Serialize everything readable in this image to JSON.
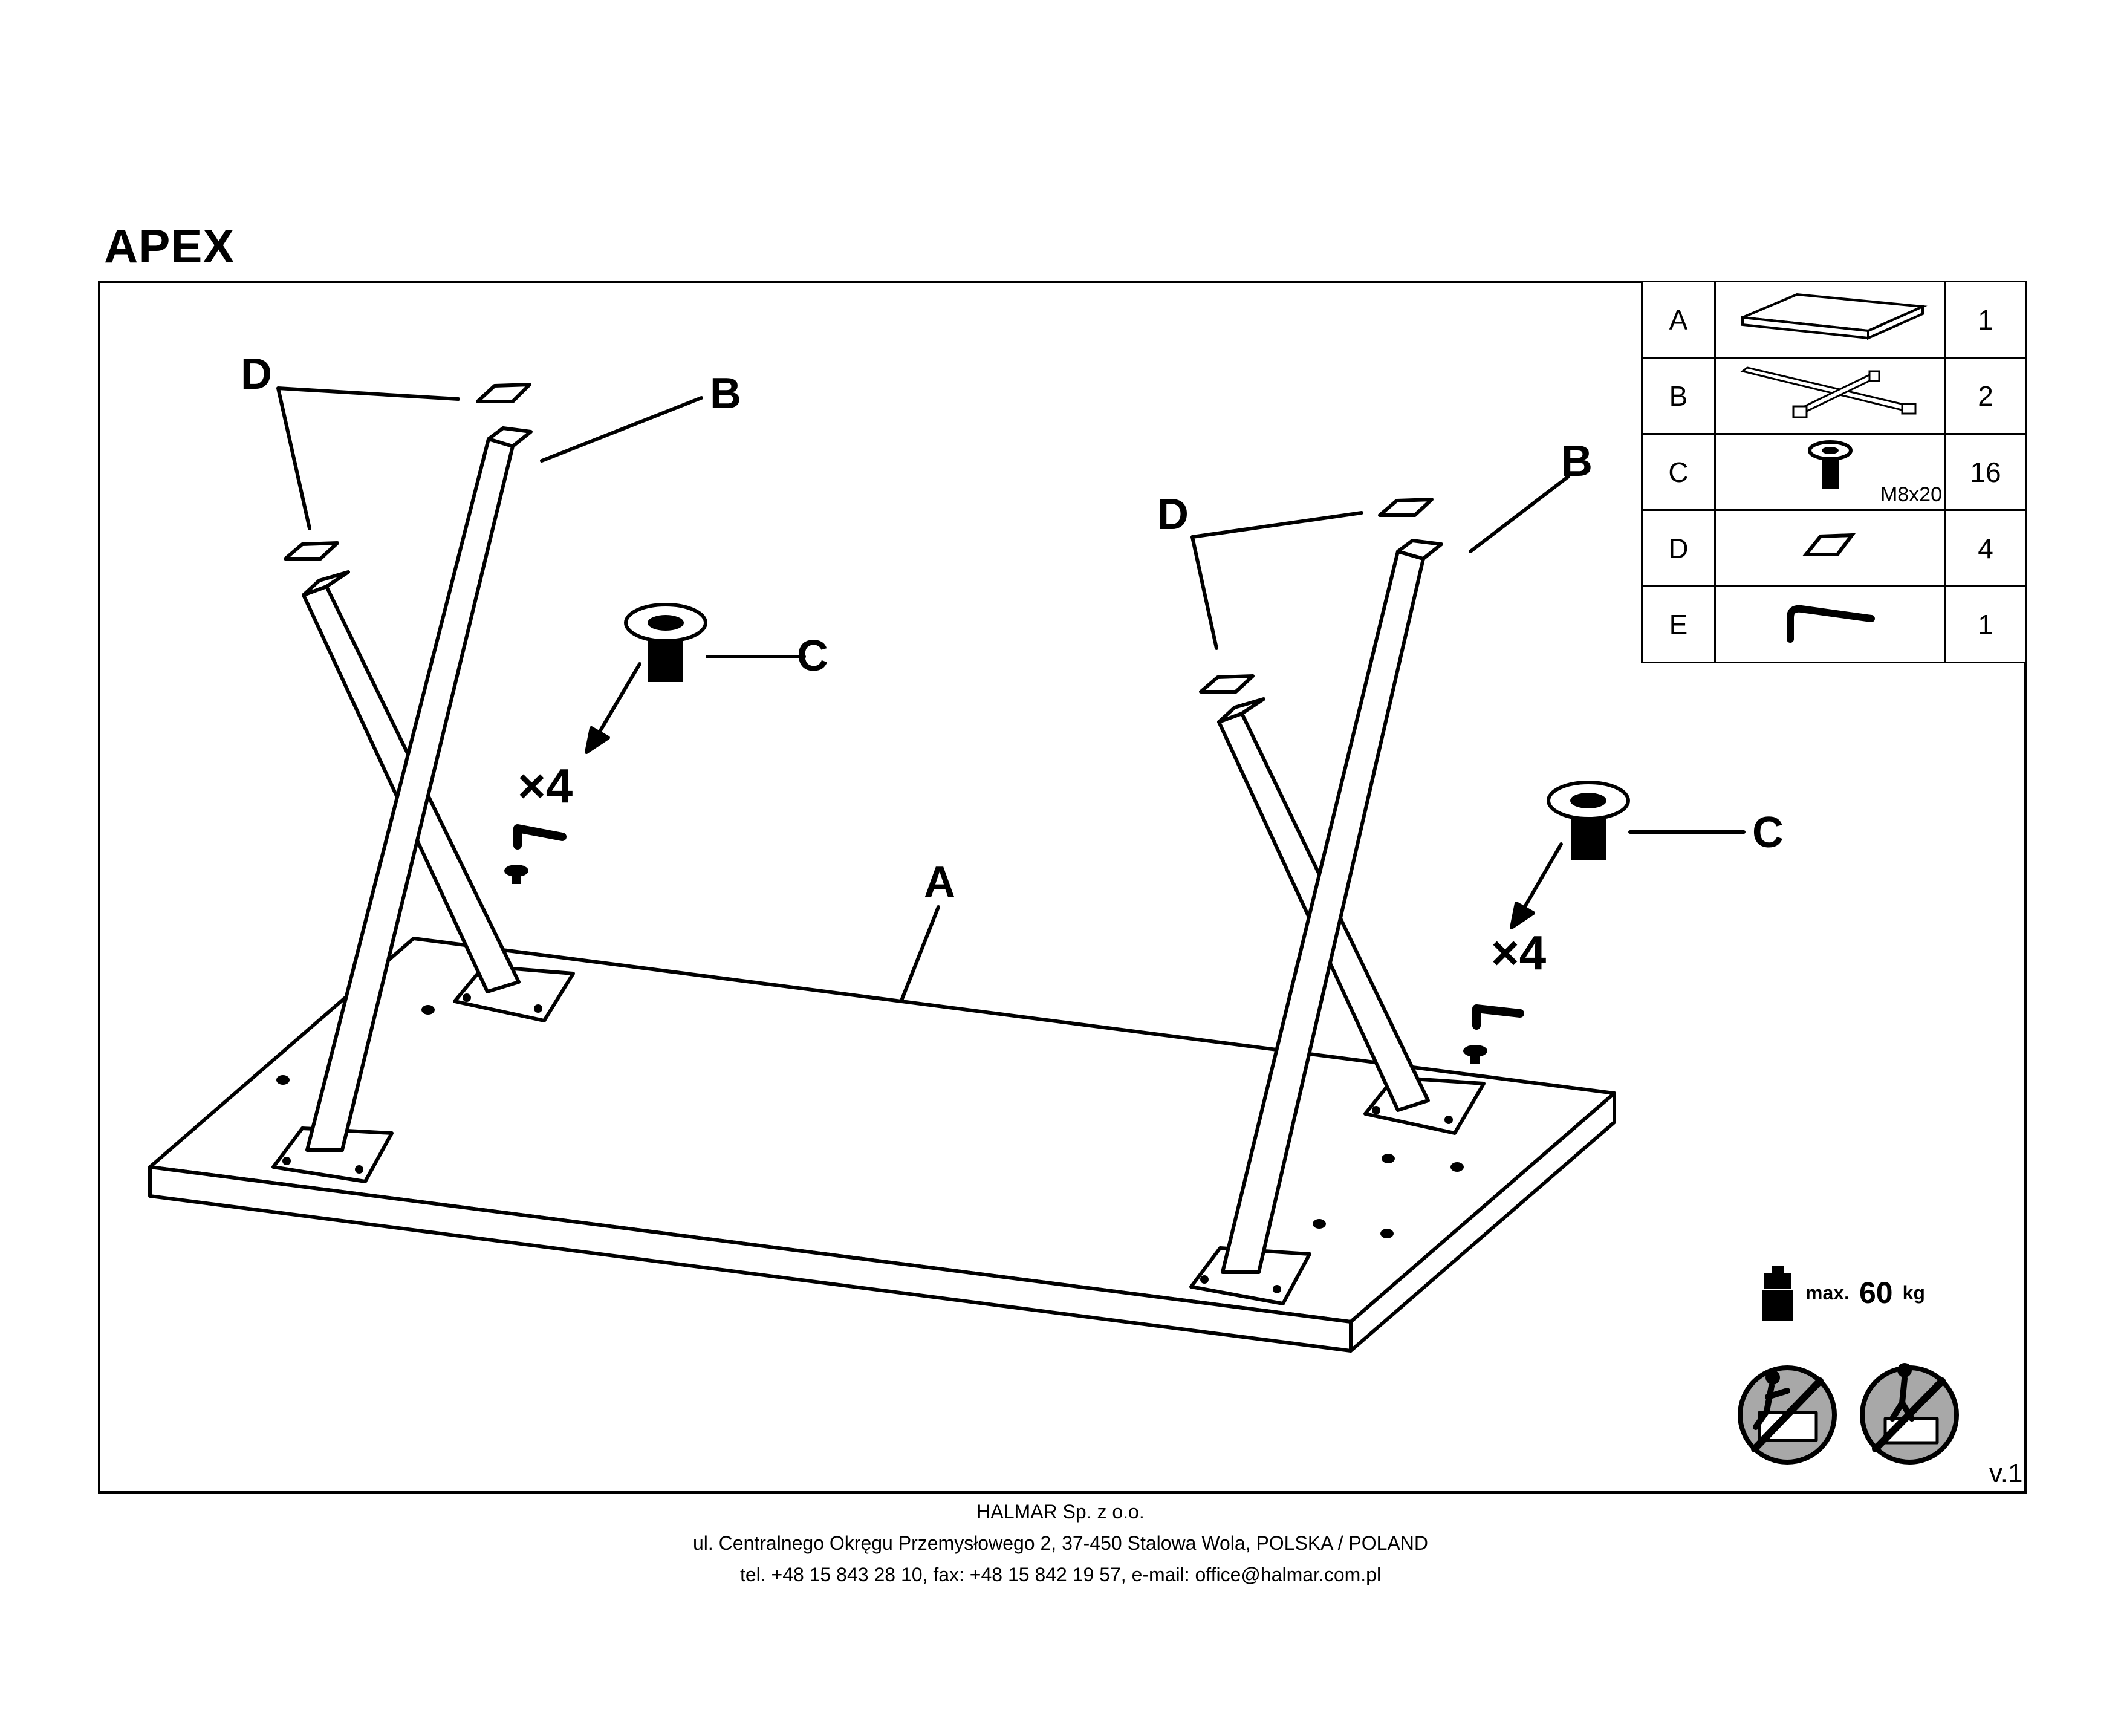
{
  "title": "APEX",
  "parts": [
    {
      "letter": "A",
      "qty": "1",
      "icon": "tabletop-icon"
    },
    {
      "letter": "B",
      "qty": "2",
      "icon": "x-leg-frame-icon"
    },
    {
      "letter": "C",
      "qty": "16",
      "icon": "bolt-icon",
      "size": "M8x20"
    },
    {
      "letter": "D",
      "qty": "4",
      "icon": "pad-icon"
    },
    {
      "letter": "E",
      "qty": "1",
      "icon": "allen-key-icon"
    }
  ],
  "labels": {
    "a": "A",
    "b": "B",
    "c": "C",
    "d": "D",
    "times4": "×4"
  },
  "max_load": {
    "prefix": "max.",
    "value": "60",
    "unit": "kg"
  },
  "version": "v.1",
  "footer": {
    "company": "HALMAR Sp. z o.o.",
    "address": "ul. Centralnego Okręgu Przemysłowego 2, 37-450 Stalowa Wola, POLSKA / POLAND",
    "contact": "tel. +48 15 843 28 10, fax: +48 15 842 19 57, e-mail: office@halmar.com.pl"
  }
}
